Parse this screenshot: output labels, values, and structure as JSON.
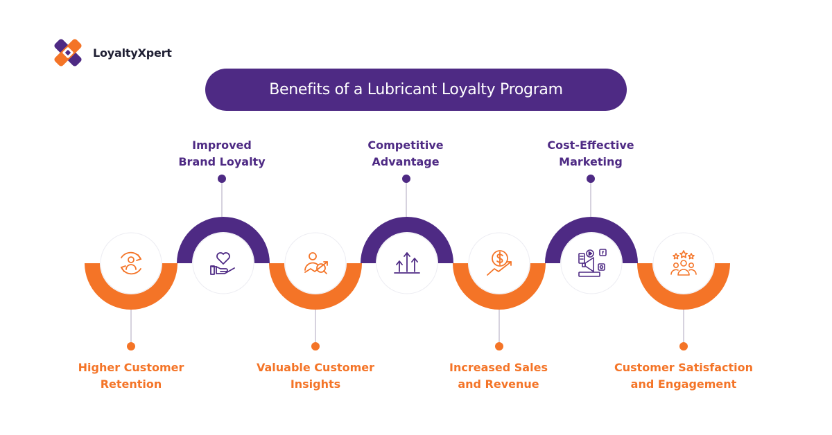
{
  "brand": {
    "name": "LoyaltyXpert",
    "colors": {
      "purple": "#4e2a84",
      "orange": "#f47427",
      "text": "#1f1f33"
    }
  },
  "title": "Benefits of a Lubricant Loyalty Program",
  "benefits": [
    {
      "label": "Higher Customer\nRetention",
      "icon": "customer-retention-icon",
      "color": "orange",
      "position": "bottom"
    },
    {
      "label": "Improved\nBrand Loyalty",
      "icon": "heart-hand-icon",
      "color": "purple",
      "position": "top"
    },
    {
      "label": "Valuable Customer\nInsights",
      "icon": "user-analytics-icon",
      "color": "orange",
      "position": "bottom"
    },
    {
      "label": "Competitive\nAdvantage",
      "icon": "growth-arrows-icon",
      "color": "purple",
      "position": "top"
    },
    {
      "label": "Increased Sales\nand Revenue",
      "icon": "dollar-growth-icon",
      "color": "orange",
      "position": "bottom"
    },
    {
      "label": "Cost-Effective\nMarketing",
      "icon": "digital-marketing-icon",
      "color": "purple",
      "position": "top"
    },
    {
      "label": "Customer Satisfaction\nand Engagement",
      "icon": "rated-customers-icon",
      "color": "orange",
      "position": "bottom"
    }
  ]
}
